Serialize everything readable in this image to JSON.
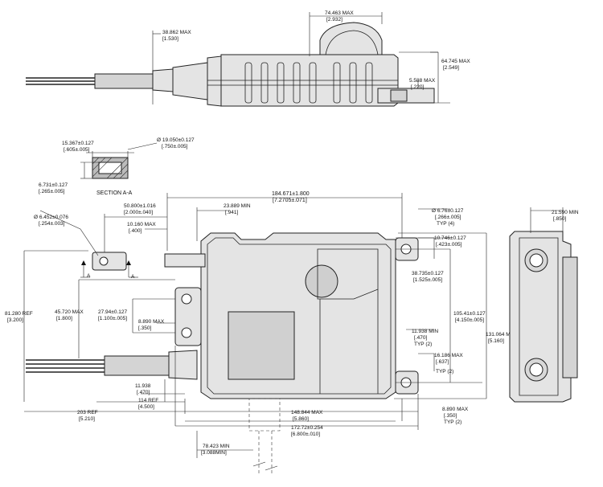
{
  "labels": {
    "top_width_max": "74.463 MAX",
    "top_width_max_in": "[2.932]",
    "top_left_max": "38.862 MAX",
    "top_left_max_in": "[1.530]",
    "top_height_max": "64.745 MAX",
    "top_height_max_in": "[2.549]",
    "top_flange_max": "5.588 MAX",
    "top_flange_max_in": "[.220]",
    "sec_width": "15.367±0.127",
    "sec_width_in": "[.605±.005]",
    "sec_dia": "Ø 19.050±0.127",
    "sec_dia_in": "[.750±.005]",
    "sec_height": "6.731±0.127",
    "sec_height_in": "[.265±.005]",
    "section_label": "SECTION A-A",
    "overall_width": "184.671±1.800",
    "overall_width_in": "[7.2705±.071]",
    "min_23": "23.889 MIN",
    "min_23_in": "[.941]",
    "d50": "50.800±1.016",
    "d50_in": "[2.000±.040]",
    "d10": "10.160 MAX",
    "d10_in": "[.400]",
    "hole_dia_r": "Ø 6.76±0.127",
    "hole_dia_r_in": "[.266±.005]",
    "typ4": "TYP (4)",
    "d10746": "10.746±0.127",
    "d10746_in": "[.423±.005]",
    "d38": "38.735±0.127",
    "d38_in": "[1.525±.005]",
    "hole_dia_l": "Ø 6.452±0.076",
    "hole_dia_l_in": "[.254±.003]",
    "section_a": "A",
    "d81": "81.280 REF",
    "d81_in": "[3.200]",
    "d45": "45.720 MAX",
    "d45_in": "[1.800]",
    "d27": "27.94±0.127",
    "d27_in": "[1.100±.005]",
    "d8890": "8.890 MAX",
    "d8890_in": "[.350]",
    "d105": "105.41±0.127",
    "d105_in": "[4.150±.005]",
    "d131": "131.064 MAX",
    "d131_in": "[5.160]",
    "d11938r": "11.938 MIN",
    "d11938r_in": "[.470]",
    "typ2": "TYP (2)",
    "d16": "16.186 MAX",
    "d16_in": "[.637]",
    "d11938l": "11.938",
    "d11938l_in": "[.470]",
    "d114": "114 REF",
    "d114_in": "[4.500]",
    "d203": "203 REF",
    "d203_in": "[5.210]",
    "d148": "148.844 MAX",
    "d148_in": "[5.860]",
    "d8890b": "8.890 MAX",
    "d8890b_in": "[.350]",
    "d172": "172.72±0.254",
    "d172_in": "[6.800±.010]",
    "d78": "78.423 MIN",
    "d78_in": "[3.088MIN]",
    "d21": "21.590 MIN",
    "d21_in": "[.850]"
  }
}
